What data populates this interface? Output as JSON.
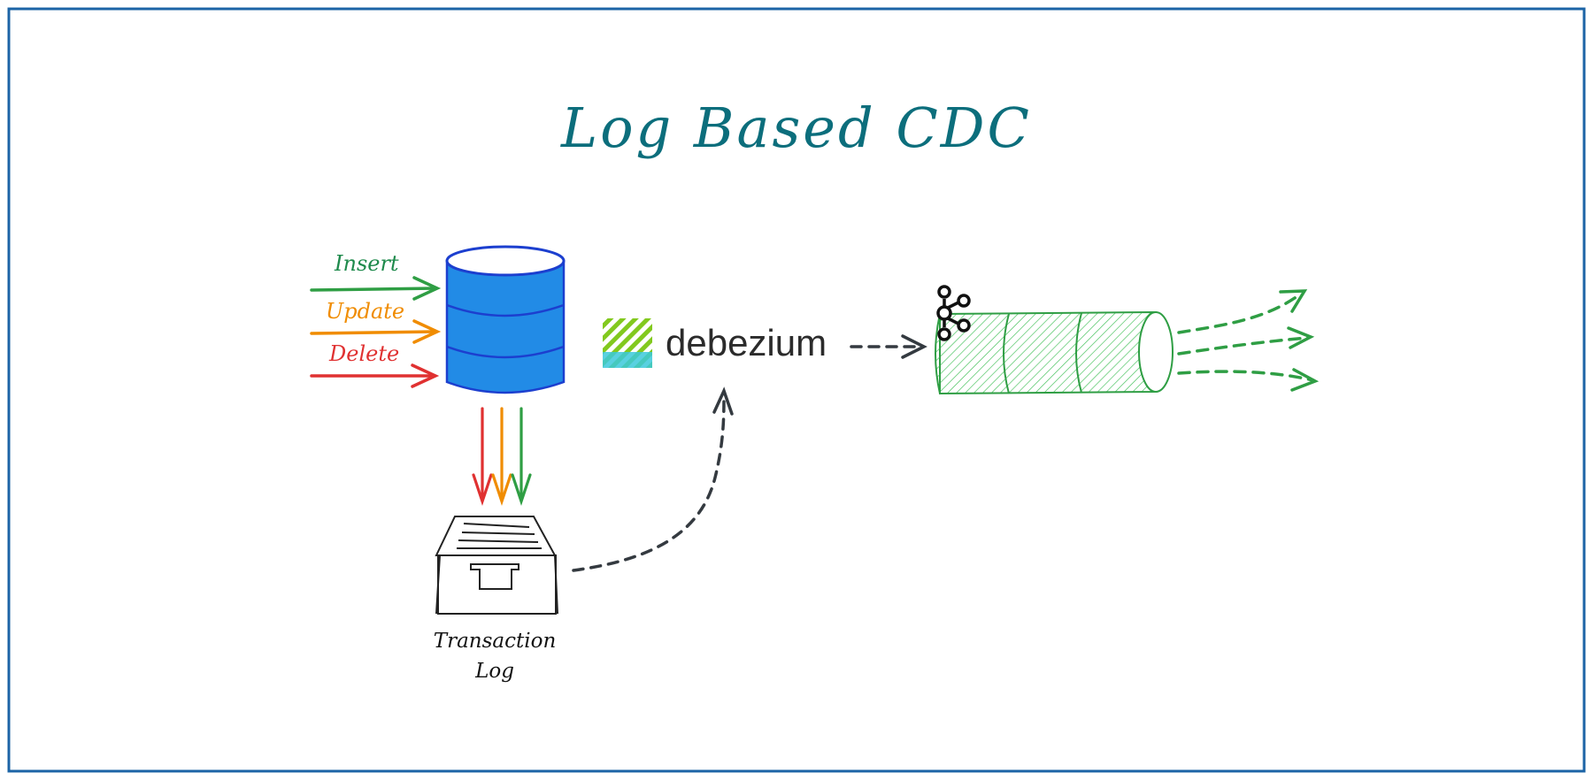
{
  "title": "Log Based CDC",
  "operations": [
    {
      "label": "Insert",
      "color": "#1f8a4c"
    },
    {
      "label": "Update",
      "color": "#f08c00"
    },
    {
      "label": "Delete",
      "color": "#e03131"
    }
  ],
  "connector": {
    "name": "debezium"
  },
  "transaction_log": {
    "line1": "Transaction",
    "line2": "Log"
  },
  "icons": {
    "database": "database-icon",
    "file_cabinet": "file-cabinet-icon",
    "debezium_logo": "debezium-logo-icon",
    "kafka_logo": "kafka-logo-icon",
    "topic_pipe": "kafka-topic-pipe-icon"
  },
  "colors": {
    "border": "#1c64a6",
    "title": "#0c6e7c",
    "database": "#228be6",
    "topic": "#2f9e44",
    "dashed_arrow": "#343a40",
    "label": "#111111"
  }
}
